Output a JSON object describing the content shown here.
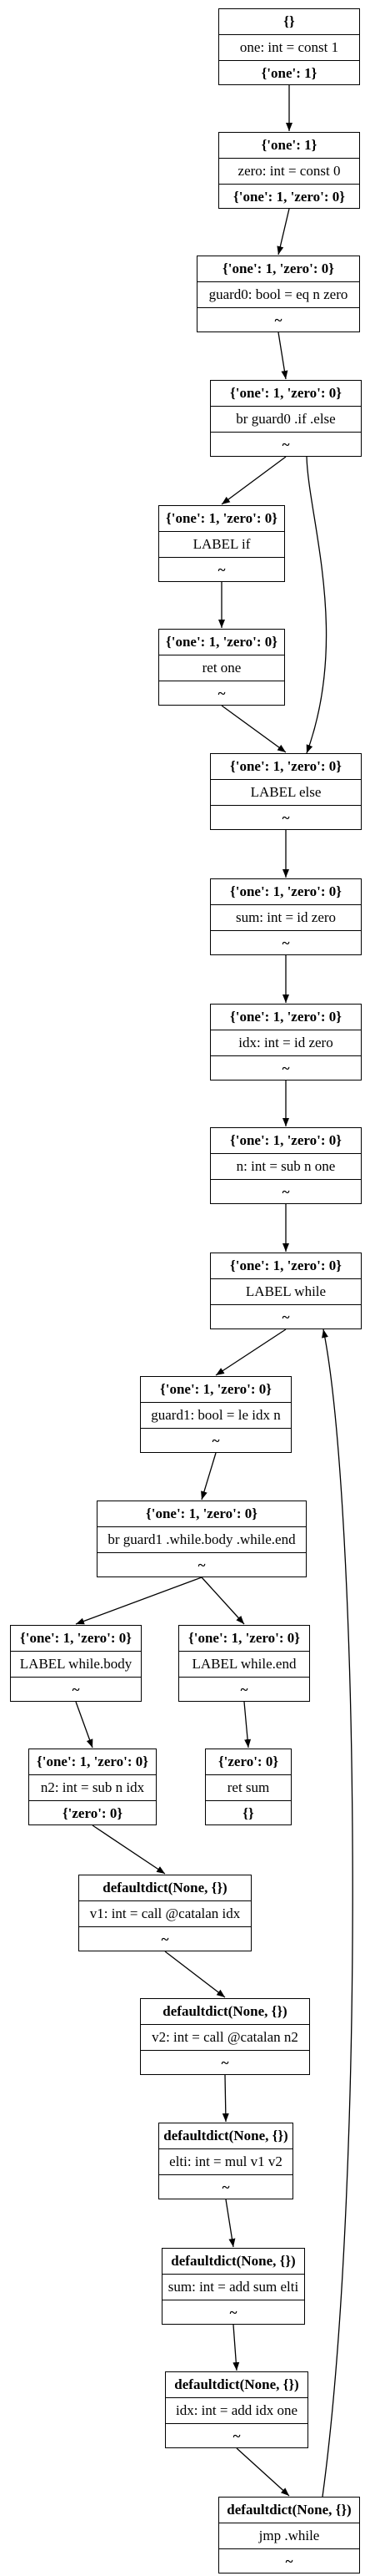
{
  "nodes": [
    {
      "id": "n0",
      "in": "{}",
      "stmt": "one: int = const 1",
      "out": "{'one': 1}"
    },
    {
      "id": "n1",
      "in": "{'one': 1}",
      "stmt": "zero: int = const 0",
      "out": "{'one': 1, 'zero': 0}"
    },
    {
      "id": "n2",
      "in": "{'one': 1, 'zero': 0}",
      "stmt": "guard0: bool = eq n zero",
      "out": "~"
    },
    {
      "id": "n3",
      "in": "{'one': 1, 'zero': 0}",
      "stmt": "br guard0 .if .else",
      "out": "~"
    },
    {
      "id": "n4",
      "in": "{'one': 1, 'zero': 0}",
      "stmt": "LABEL if",
      "out": "~"
    },
    {
      "id": "n5",
      "in": "{'one': 1, 'zero': 0}",
      "stmt": "ret one",
      "out": "~"
    },
    {
      "id": "n6",
      "in": "{'one': 1, 'zero': 0}",
      "stmt": "LABEL else",
      "out": "~"
    },
    {
      "id": "n7",
      "in": "{'one': 1, 'zero': 0}",
      "stmt": "sum: int = id zero",
      "out": "~"
    },
    {
      "id": "n8",
      "in": "{'one': 1, 'zero': 0}",
      "stmt": "idx: int = id zero",
      "out": "~"
    },
    {
      "id": "n9",
      "in": "{'one': 1, 'zero': 0}",
      "stmt": "n: int = sub n one",
      "out": "~"
    },
    {
      "id": "n10",
      "in": "{'one': 1, 'zero': 0}",
      "stmt": "LABEL while",
      "out": "~"
    },
    {
      "id": "n11",
      "in": "{'one': 1, 'zero': 0}",
      "stmt": "guard1: bool = le idx n",
      "out": "~"
    },
    {
      "id": "n12",
      "in": "{'one': 1, 'zero': 0}",
      "stmt": "br guard1 .while.body .while.end",
      "out": "~"
    },
    {
      "id": "n13",
      "in": "{'one': 1, 'zero': 0}",
      "stmt": "LABEL while.body",
      "out": "~"
    },
    {
      "id": "n14",
      "in": "{'one': 1, 'zero': 0}",
      "stmt": "LABEL while.end",
      "out": "~"
    },
    {
      "id": "n15",
      "in": "{'one': 1, 'zero': 0}",
      "stmt": "n2: int = sub n idx",
      "out": "{'zero': 0}"
    },
    {
      "id": "n16",
      "in": "{'zero': 0}",
      "stmt": "ret sum",
      "out": "{}"
    },
    {
      "id": "n17",
      "in": "defaultdict(None, {})",
      "stmt": "v1: int = call @catalan idx",
      "out": "~"
    },
    {
      "id": "n18",
      "in": "defaultdict(None, {})",
      "stmt": "v2: int = call @catalan n2",
      "out": "~"
    },
    {
      "id": "n19",
      "in": "defaultdict(None, {})",
      "stmt": "elti: int = mul v1 v2",
      "out": "~"
    },
    {
      "id": "n20",
      "in": "defaultdict(None, {})",
      "stmt": "sum: int = add sum elti",
      "out": "~"
    },
    {
      "id": "n21",
      "in": "defaultdict(None, {})",
      "stmt": "idx: int = add idx one",
      "out": "~"
    },
    {
      "id": "n22",
      "in": "defaultdict(None, {})",
      "stmt": "jmp .while",
      "out": "~"
    }
  ],
  "edges": [
    {
      "from": "n0",
      "to": "n1"
    },
    {
      "from": "n1",
      "to": "n2"
    },
    {
      "from": "n2",
      "to": "n3"
    },
    {
      "from": "n3",
      "to": "n4"
    },
    {
      "from": "n3",
      "to": "n6"
    },
    {
      "from": "n4",
      "to": "n5"
    },
    {
      "from": "n5",
      "to": "n6"
    },
    {
      "from": "n6",
      "to": "n7"
    },
    {
      "from": "n7",
      "to": "n8"
    },
    {
      "from": "n8",
      "to": "n9"
    },
    {
      "from": "n9",
      "to": "n10"
    },
    {
      "from": "n10",
      "to": "n11"
    },
    {
      "from": "n11",
      "to": "n12"
    },
    {
      "from": "n12",
      "to": "n13"
    },
    {
      "from": "n12",
      "to": "n14"
    },
    {
      "from": "n13",
      "to": "n15"
    },
    {
      "from": "n14",
      "to": "n16"
    },
    {
      "from": "n15",
      "to": "n17"
    },
    {
      "from": "n17",
      "to": "n18"
    },
    {
      "from": "n18",
      "to": "n19"
    },
    {
      "from": "n19",
      "to": "n20"
    },
    {
      "from": "n20",
      "to": "n21"
    },
    {
      "from": "n21",
      "to": "n22"
    },
    {
      "from": "n22",
      "to": "n10"
    }
  ]
}
